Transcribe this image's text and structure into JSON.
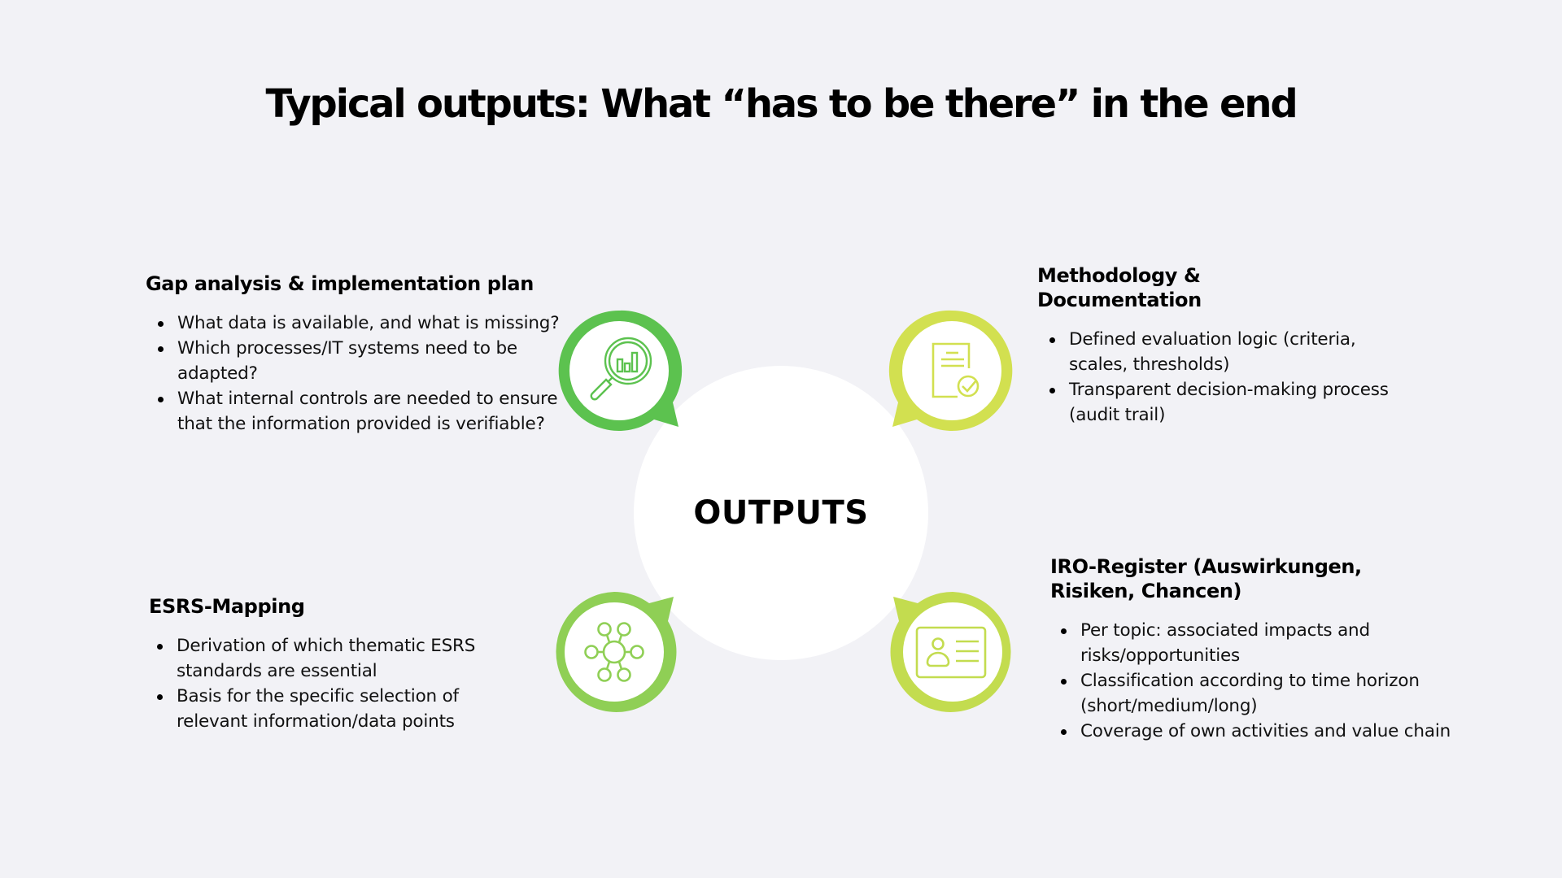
{
  "title": "Typical outputs: What “has to be there” in the end",
  "center": {
    "label": "OUTPUTS"
  },
  "colors": {
    "background": "#f2f2f6",
    "center_fill": "#ffffff",
    "gap_analysis": "#5cc24f",
    "methodology": "#d2e050",
    "esrs_mapping": "#8fcf55",
    "iro_register": "#c3dc4f"
  },
  "sections": {
    "gap_analysis": {
      "icon": "magnifier-bar-chart-icon",
      "heading": "Gap analysis & implementation plan",
      "bullets": [
        "What data is available, and what is missing?",
        "Which processes/IT systems need to be adapted?",
        "What internal controls are needed to ensure that the information provided is verifiable?"
      ]
    },
    "methodology": {
      "icon": "document-check-icon",
      "heading": "Methodology & Documentation",
      "bullets": [
        "Defined evaluation logic (criteria, scales, thresholds)",
        "Transparent decision-making process (audit trail)"
      ]
    },
    "esrs_mapping": {
      "icon": "network-hub-icon",
      "heading": "ESRS-Mapping",
      "bullets": [
        "Derivation of which thematic ESRS standards are essential",
        "Basis for the specific selection of relevant information/data points"
      ]
    },
    "iro_register": {
      "icon": "id-card-icon",
      "heading": "IRO-Register (Auswirkungen, Risiken, Chancen)",
      "bullets": [
        "Per topic: associated impacts and risks/opportunities",
        "Classification according to time horizon (short/medium/long)",
        "Coverage of own activities and value chain"
      ]
    }
  }
}
